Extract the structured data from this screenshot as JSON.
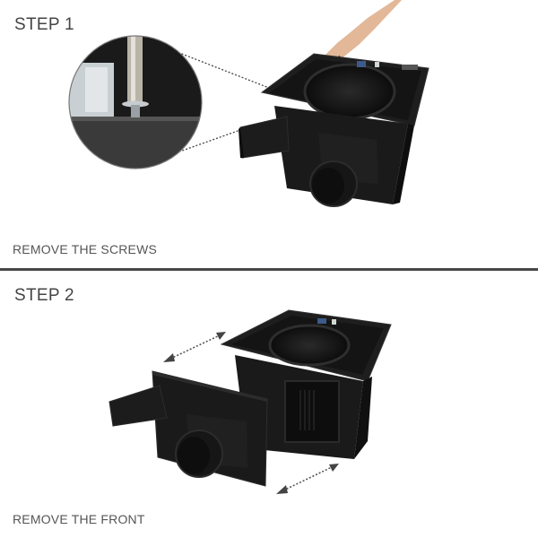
{
  "steps": [
    {
      "title": "STEP 1",
      "caption": "REMOVE THE SCREWS",
      "illustration": "screwdriver-removing-screws-from-fan-housing",
      "detail_inset": "zoomed-screw-closeup"
    },
    {
      "title": "STEP 2",
      "caption": "REMOVE THE FRONT",
      "illustration": "front-panel-separated-from-fan-housing",
      "indicator": "double-headed-dotted-arrows"
    }
  ],
  "colors": {
    "background": "#ffffff",
    "text": "#444444",
    "divider": "#474747",
    "product": "#1c1c1c"
  }
}
